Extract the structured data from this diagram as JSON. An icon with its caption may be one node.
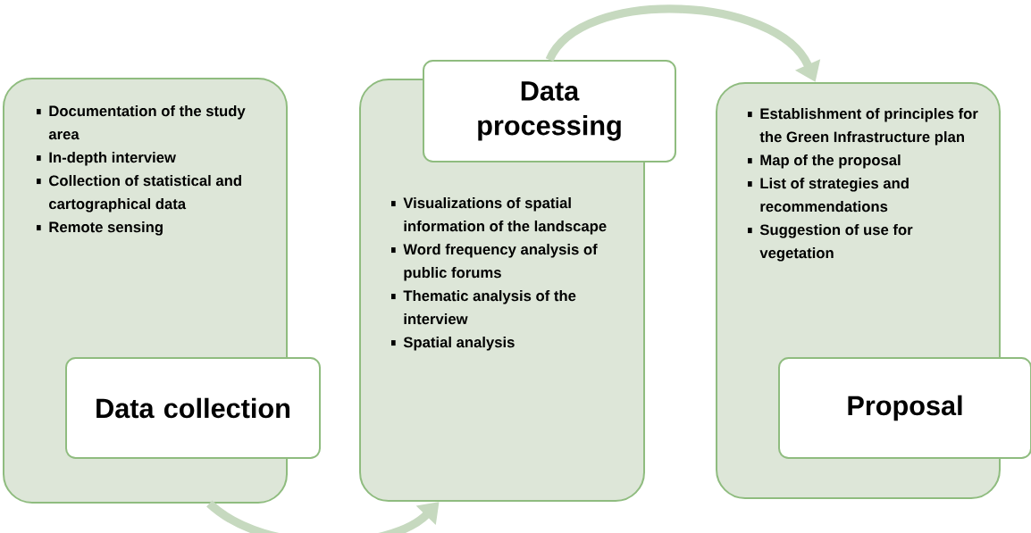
{
  "diagram": {
    "nodes": [
      {
        "text": [
          "Documentation of the study area",
          "In-depth interview",
          "Collection of statistical and cartographical data",
          "Remote sensing"
        ]
      },
      {
        "text": [
          "Data collection"
        ]
      },
      {
        "text": [
          "Visualizations of spatial information of the landscape",
          "Word frequency analysis of public forums",
          "Thematic analysis of the interview",
          "Spatial analysis"
        ]
      },
      {
        "text": [
          "Data processing"
        ]
      },
      {
        "text": [
          "Establishment of principles for the Green Infrastructure plan",
          "Map of the proposal",
          "List of strategies and recommendations",
          "Suggestion of use for vegetation"
        ]
      },
      {
        "text": [
          "Proposal"
        ]
      }
    ],
    "edges": [
      {
        "from": 0,
        "to": 2,
        "arrow": "to"
      },
      {
        "from": 3,
        "to": 4,
        "arrow": "to"
      }
    ]
  }
}
